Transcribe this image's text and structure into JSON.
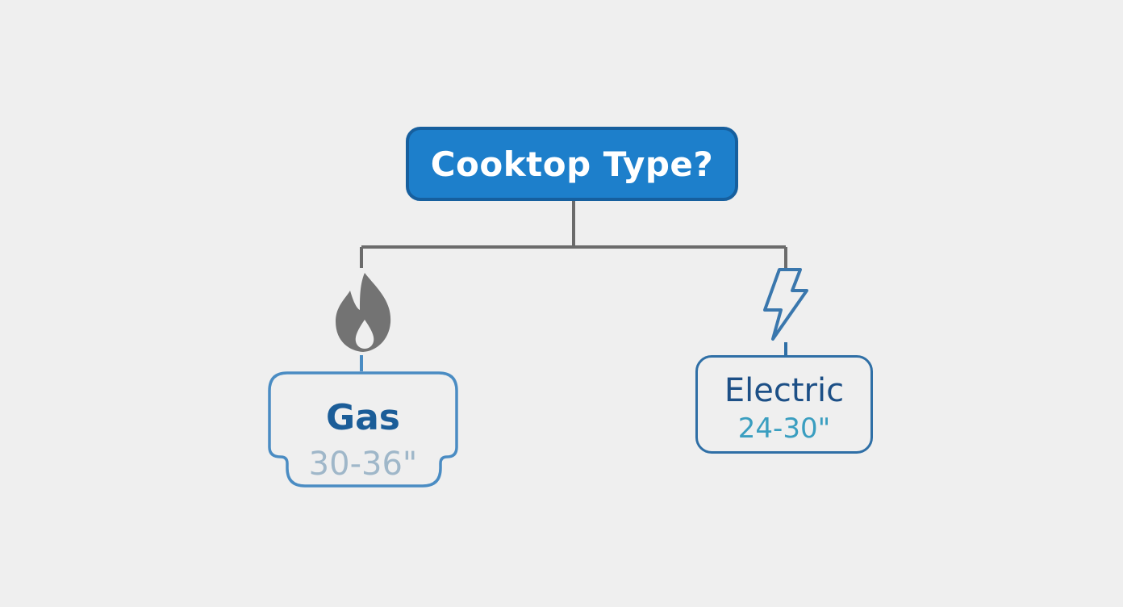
{
  "diagram": {
    "root": {
      "label": "Cooktop Type?",
      "fill_color": "#1d7fcb"
    },
    "branches": [
      {
        "title": "Gas",
        "range": "30-36\"",
        "icon": "flame-icon"
      },
      {
        "title": "Electric",
        "range": "24-30\"",
        "icon": "lightning-bolt-icon"
      }
    ],
    "colors": {
      "background": "#efefef",
      "connector": "#6b6b6b",
      "gas_title": "#1b5d98",
      "gas_range": "#9fb7c9",
      "electric_title": "#1c4f86",
      "electric_range": "#3a9ec0"
    }
  }
}
